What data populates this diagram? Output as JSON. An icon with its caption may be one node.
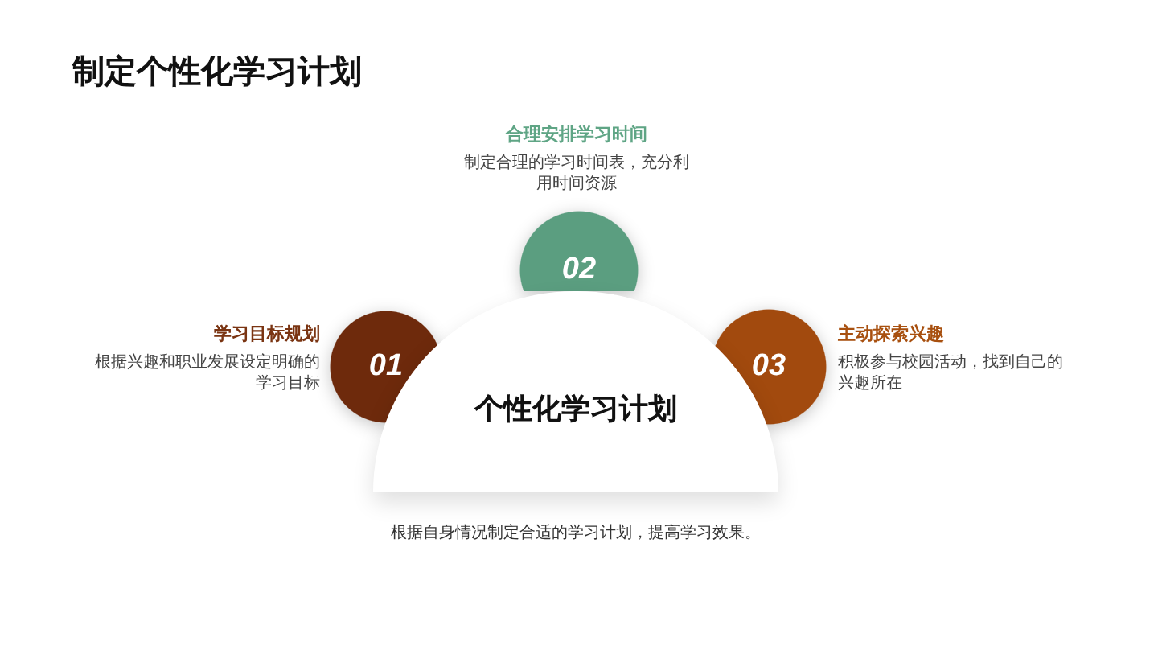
{
  "diagram": {
    "title": "制定个性化学习计划",
    "nodes": [
      {
        "text": [
          "01"
        ],
        "beside": [
          "学习目标规划",
          "根据兴趣和职业发展设定明确的学习目标"
        ]
      },
      {
        "text": [
          "02"
        ],
        "beside": [
          "合理安排学习时间",
          "制定合理的学习时间表，充分利用时间资源"
        ]
      },
      {
        "text": [
          "03"
        ],
        "beside": [
          "主动探索兴趣",
          "积极参与校园活动，找到自己的兴趣所在"
        ]
      },
      {
        "text": [
          "个性化学习计划"
        ]
      }
    ],
    "caption": "根据自身情况制定合适的学习计划，提高学习效果。"
  }
}
